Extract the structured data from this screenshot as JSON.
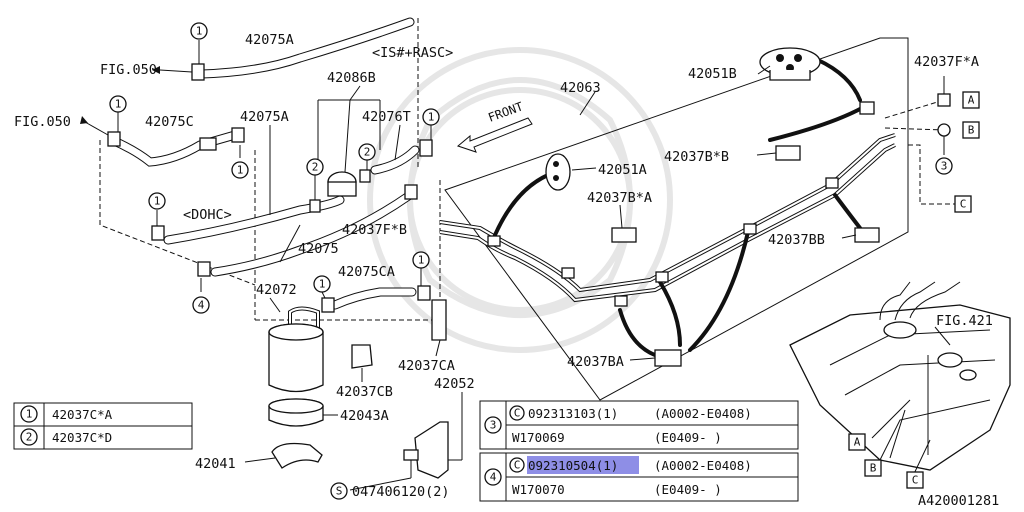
{
  "labels": {
    "fig050_top": "FIG.050",
    "fig050_left": "FIG.050",
    "p42075A_top": "42075A",
    "is_rasc": "<IS#+RASC>",
    "p42086B": "42086B",
    "p42075C": "42075C",
    "p42075A_mid": "42075A",
    "p42076T": "42076T",
    "dohc": "<DOHC>",
    "p42037FB": "42037F*B",
    "p42075": "42075",
    "p42072": "42072",
    "p42075CA": "42075CA",
    "p42037CA": "42037CA",
    "p42037CB": "42037CB",
    "p42043A": "42043A",
    "p42052": "42052",
    "p42041": "42041",
    "p42063": "42063",
    "front": "FRONT",
    "p42051B": "42051B",
    "p42051A": "42051A",
    "p42037BstarB": "42037B*B",
    "p42037BstarA": "42037B*A",
    "p42037BB": "42037BB",
    "p42037BA": "42037BA",
    "p42037FA": "42037F*A",
    "fig421": "FIG.421",
    "diagram_id": "A420001281",
    "bolt_code": "047406120(2)",
    "bolt_letter": "S"
  },
  "circle_marks": {
    "one": "1",
    "two": "2",
    "three": "3",
    "four": "4"
  },
  "box_letters": {
    "a": "A",
    "b": "B",
    "c": "C"
  },
  "legend": [
    {
      "num": "1",
      "part": "42037C*A"
    },
    {
      "num": "2",
      "part": "42037C*D"
    }
  ],
  "part_table": [
    {
      "num": "3",
      "rows": [
        {
          "prefix": "C",
          "code": "092313103(1)",
          "range": "(A0002-E0408)"
        },
        {
          "prefix": "",
          "code": "W170069",
          "range": "(E0409-     )"
        }
      ]
    },
    {
      "num": "4",
      "rows": [
        {
          "prefix": "C",
          "code": "092310504(1)",
          "range": "(A0002-E0408)"
        },
        {
          "prefix": "",
          "code": "W170070",
          "range": "(E0409-     )"
        }
      ]
    }
  ]
}
